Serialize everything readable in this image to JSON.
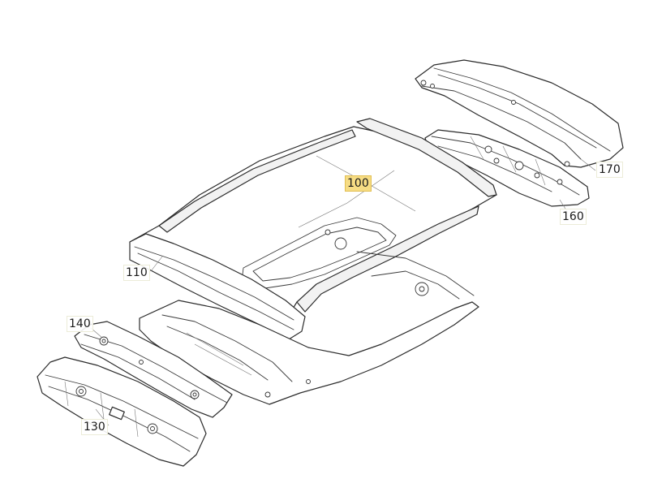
{
  "callouts": {
    "c100": {
      "label": "100",
      "highlighted": true
    },
    "c110": {
      "label": "110",
      "highlighted": false
    },
    "c130": {
      "label": "130",
      "highlighted": false
    },
    "c140": {
      "label": "140",
      "highlighted": false
    },
    "c160": {
      "label": "160",
      "highlighted": false
    },
    "c170": {
      "label": "170",
      "highlighted": false
    }
  },
  "colors": {
    "highlight": "#f6dc84",
    "line": "#2b2b2b"
  }
}
